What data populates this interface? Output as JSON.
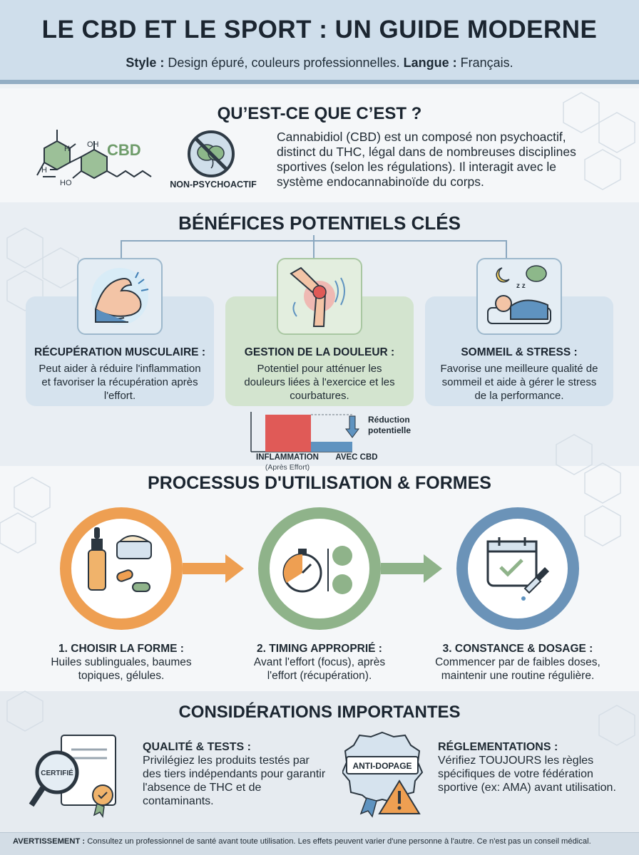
{
  "header": {
    "title": "LE CBD ET LE SPORT : UN GUIDE MODERNE",
    "style_label": "Style :",
    "style_value": "Design épuré, couleurs professionnelles.",
    "lang_label": "Langue :",
    "lang_value": "Français."
  },
  "what": {
    "title": "QU’EST-CE QUE C’EST ?",
    "molecule_label": "CBD",
    "oh_label": "OH",
    "ho_label": "HO",
    "h_label": "H",
    "non_psy_label": "NON-PSYCHOACTIF",
    "text": "Cannabidiol (CBD) est un composé non psychoactif, distinct du THC, légal dans de nombreuses disciplines sportives (selon les régulations). Il interagit avec le système endocannabinoïde du corps."
  },
  "benefits": {
    "title": "BÉNÉFICES POTENTIELS CLÉS",
    "cards": [
      {
        "title": "RÉCUPÉRATION MUSCULAIRE :",
        "text": "Peut aider à réduire l'inflammation et favoriser la récupération après l'effort.",
        "icon": "muscle-icon"
      },
      {
        "title": "GESTION DE LA DOULEUR :",
        "text": "Potentiel pour atténuer les douleurs liées à l'exercice et les courbatures.",
        "icon": "knee-icon"
      },
      {
        "title": "SOMMEIL & STRESS :",
        "text": "Favorise une meilleure qualité de sommeil et aide à gérer le stress de la performance.",
        "icon": "sleep-icon"
      }
    ],
    "mini_chart": {
      "bar1_label": "INFLAMMATION",
      "bar1_sub": "(Après Effort)",
      "bar2_label": "AVEC CBD",
      "arrow_label": "Réduction potentielle",
      "bar1_color": "#e05a57",
      "bar2_color": "#5f93c0"
    }
  },
  "process": {
    "title": "PROCESSUS D'UTILISATION & FORMES",
    "steps": [
      {
        "title": "1. CHOISIR LA FORME :",
        "text": "Huiles sublinguales, baumes topiques, gélules.",
        "color": "#ee9f52",
        "icon": "products-icon"
      },
      {
        "title": "2. TIMING APPROPRIÉ :",
        "text": "Avant l'effort (focus), après l'effort (récupération).",
        "color": "#8fb38a",
        "icon": "stopwatch-icon"
      },
      {
        "title": "3. CONSTANCE & DOSAGE :",
        "text": "Commencer par de faibles doses, maintenir une routine régulière.",
        "color": "#6b93b8",
        "icon": "calendar-dropper-icon"
      }
    ]
  },
  "considerations": {
    "title": "CONSIDÉRATIONS IMPORTANTES",
    "items": [
      {
        "title": "QUALITÉ & TESTS :",
        "text": "Privilégiez les produits testés par des tiers indépendants pour garantir l'absence de THC et de contaminants.",
        "badge": "CERTIFIÉ",
        "icon": "certified-magnifier-icon"
      },
      {
        "title": "RÉGLEMENTATIONS :",
        "text": "Vérifiez TOUJOURS les règles spécifiques de votre fédération sportive (ex: AMA) avant utilisation.",
        "badge": "ANTI-DOPAGE",
        "icon": "anti-doping-badge-icon"
      }
    ]
  },
  "footer": {
    "label": "AVERTISSEMENT :",
    "text": "Consultez un professionnel de santé avant toute utilisation. Les effets peuvent varier d'une personne à l'autre. Ce n'est pas un conseil médical."
  }
}
